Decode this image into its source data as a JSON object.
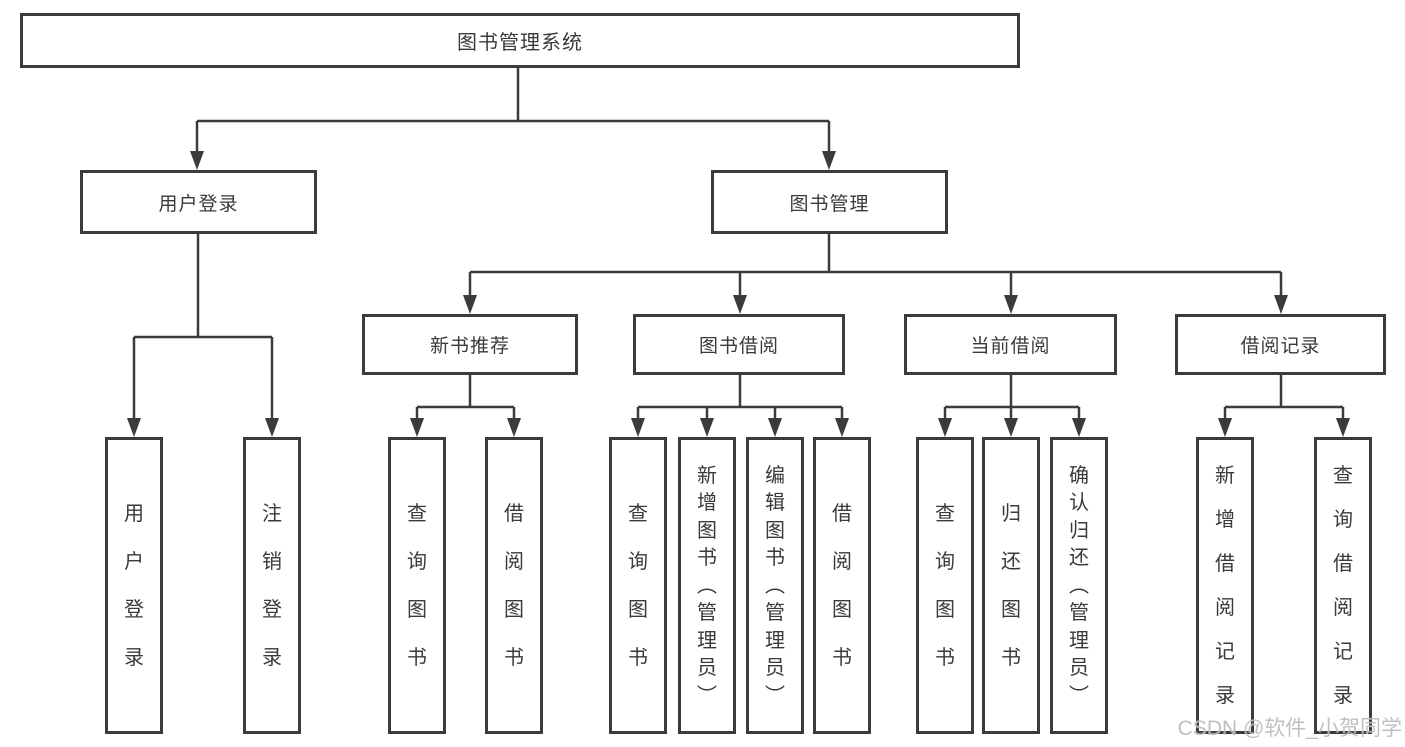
{
  "tree": {
    "root": {
      "label": "图书管理系统"
    },
    "branches": [
      {
        "label": "用户登录",
        "children": [
          {
            "label": "用户登录"
          },
          {
            "label": "注销登录"
          }
        ]
      },
      {
        "label": "图书管理",
        "children": [
          {
            "label": "新书推荐",
            "children": [
              {
                "label": "查询图书"
              },
              {
                "label": "借阅图书"
              }
            ]
          },
          {
            "label": "图书借阅",
            "children": [
              {
                "label": "查询图书"
              },
              {
                "label": "新增图书（管理员）"
              },
              {
                "label": "编辑图书（管理员）"
              },
              {
                "label": "借阅图书"
              }
            ]
          },
          {
            "label": "当前借阅",
            "children": [
              {
                "label": "查询图书"
              },
              {
                "label": "归还图书"
              },
              {
                "label": "确认归还（管理员）"
              }
            ]
          },
          {
            "label": "借阅记录",
            "children": [
              {
                "label": "新增借阅记录"
              },
              {
                "label": "查询借阅记录"
              }
            ]
          }
        ]
      }
    ]
  },
  "watermark": {
    "text": "CSDN @软件_小贺同学"
  },
  "colors": {
    "line": "#3b3b3b",
    "text": "#3a3a3a",
    "background": "#ffffff",
    "watermark": "#b7babf"
  }
}
